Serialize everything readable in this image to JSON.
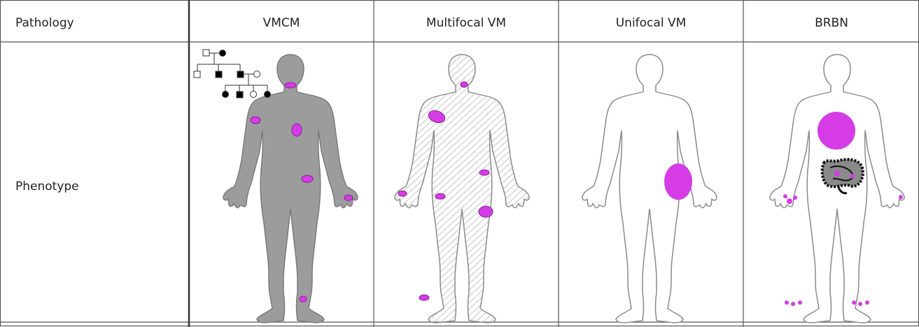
{
  "table": {
    "header": {
      "row_label": "Pathology",
      "columns": [
        "VMCM",
        "Multifocal VM",
        "Unifocal VM",
        "BRBN"
      ]
    },
    "rows": [
      {
        "label": "Phenotype"
      }
    ]
  },
  "colors": {
    "lesion": "#d63ce6",
    "lesion_dark": "#8a1d99",
    "body_filled": "#9c9c9c",
    "body_outline": "#8a8a8a",
    "grid": "#555555"
  },
  "panels": [
    {
      "column": "VMCM",
      "body_style": "filled",
      "pedigree": true
    },
    {
      "column": "Multifocal VM",
      "body_style": "hatched"
    },
    {
      "column": "Unifocal VM",
      "body_style": "outline"
    },
    {
      "column": "BRBN",
      "body_style": "outline",
      "intestine": true
    }
  ]
}
